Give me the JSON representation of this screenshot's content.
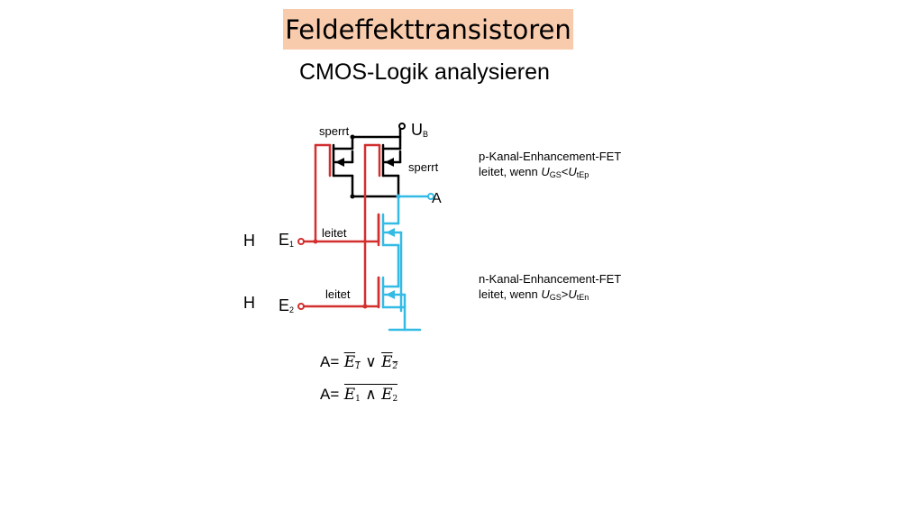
{
  "title": "Feldeffekttransistoren",
  "subtitle": "CMOS-Logik analysieren",
  "circuit": {
    "supply_label": "U",
    "supply_sub": "B",
    "output_label": "A",
    "input1_label": "E",
    "input1_sub": "1",
    "input2_label": "E",
    "input2_sub": "2",
    "input1_level": "H",
    "input2_level": "H",
    "pmos1_state": "sperrt",
    "pmos2_state": "sperrt",
    "nmos1_state": "leitet",
    "nmos2_state": "leitet",
    "colors": {
      "pmos_wire": "#000000",
      "input_wire": "#d32f2f",
      "nmos_wire": "#33bbe6"
    }
  },
  "notes": {
    "pkanal": {
      "line1": "p-Kanal-Enhancement-FET",
      "line2_prefix": "leitet, wenn ",
      "u1": "U",
      "u1_sub": "GS",
      "op": "<",
      "u2": "U",
      "u2_sub": "tEp"
    },
    "nkanal": {
      "line1": "n-Kanal-Enhancement-FET",
      "line2_prefix": "leitet, wenn ",
      "u1": "U",
      "u1_sub": "GS",
      "op": ">",
      "u2": "U",
      "u2_sub": "tEn"
    }
  },
  "formulas": {
    "f1": {
      "lhs": "A=",
      "e1": "E",
      "e1_sub": "1",
      "op": "∨",
      "e2": "E",
      "e2_sub": "2"
    },
    "f2": {
      "lhs": "A=",
      "e1": "E",
      "e1_sub": "1",
      "op": "∧",
      "e2": "E",
      "e2_sub": "2"
    }
  }
}
